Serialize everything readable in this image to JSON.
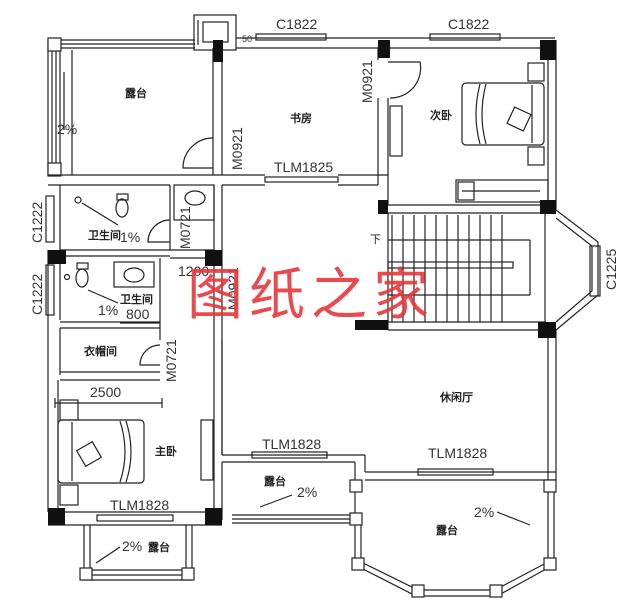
{
  "drawing": {
    "type": "architectural floor plan",
    "watermark": "图纸之家",
    "watermark_color": "#e8363a",
    "line_color": "#222222"
  },
  "rooms": {
    "terrace_nw": "露台",
    "study": "书房",
    "second_bedroom": "次卧",
    "bathroom_1": "卫生间",
    "bathroom_2": "卫生间",
    "walk_in_closet": "衣帽间",
    "master_bedroom": "主卧",
    "leisure_hall": "休闲厅",
    "terrace_south_small": "露台",
    "terrace_south_mid": "露台",
    "terrace_south_bay": "露台"
  },
  "labels": {
    "window_top_1": "C1822",
    "window_top_2": "C1822",
    "window_left_1": "C1222",
    "window_left_2": "C1222",
    "window_right_bay": "C1225",
    "door_study": "M0921",
    "door_second_bedroom": "M0921",
    "door_bath_1": "M0721",
    "door_closet": "M0721",
    "door_master": "M0921",
    "sliding_study": "TLM1825",
    "sliding_master": "TLM1828",
    "sliding_leisure_left": "TLM1828",
    "sliding_leisure_right": "TLM1828",
    "dim_1200": "1200",
    "dim_800": "800",
    "dim_2500": "2500",
    "dim_50": "50",
    "slope_terrace_nw": "2%",
    "slope_bath_1": "1%",
    "slope_bath_2": "1%",
    "slope_master_terrace": "2%",
    "slope_mid_terrace": "2%",
    "slope_bay_terrace": "2%",
    "stairs_down": "下"
  }
}
